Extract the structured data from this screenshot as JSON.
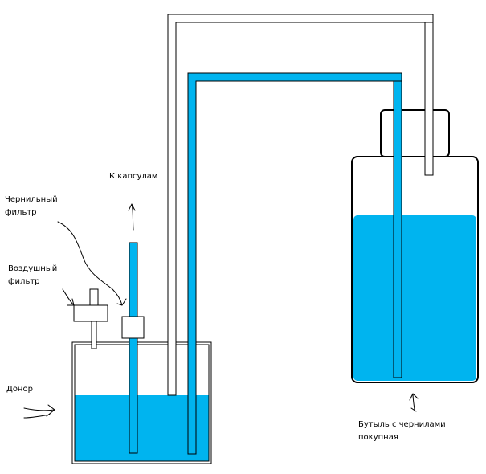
{
  "labels": {
    "to_capsules": "К капсулам",
    "ink_filter_line1": "Чернильный",
    "ink_filter_line2": "фильтр",
    "air_filter_line1": "Воздушный",
    "air_filter_line2": "фильтр",
    "donor": "Донор",
    "bottle_line1": "Бутыль с чернилами",
    "bottle_line2": "покупная"
  },
  "colors": {
    "ink": "#00b4ef",
    "outline": "#000000",
    "background": "#ffffff"
  }
}
